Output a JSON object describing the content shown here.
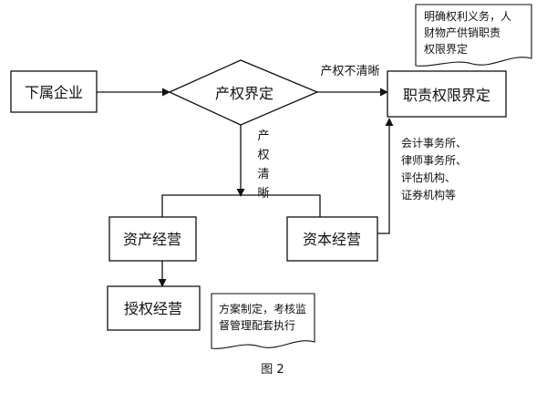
{
  "nodes": {
    "subsidiary": "下属企业",
    "decision": "产权界定",
    "responsibility": "职责权限界定",
    "asset_ops": "资产经营",
    "capital_ops": "资本经营",
    "authorized_ops": "授权经营"
  },
  "edges": {
    "unclear": "产权不清晰",
    "clear": [
      "产",
      "权",
      "清",
      "晰"
    ]
  },
  "notes": {
    "top_right": [
      "明确权利义务，人",
      "财物产供销职责",
      "权限界定"
    ],
    "agencies": [
      "会计事务所、",
      "律师事务所、",
      "评估机构、",
      "证券机构等"
    ],
    "plan": [
      "方案制定，考核监",
      "督管理配套执行"
    ]
  },
  "caption": "图 2"
}
